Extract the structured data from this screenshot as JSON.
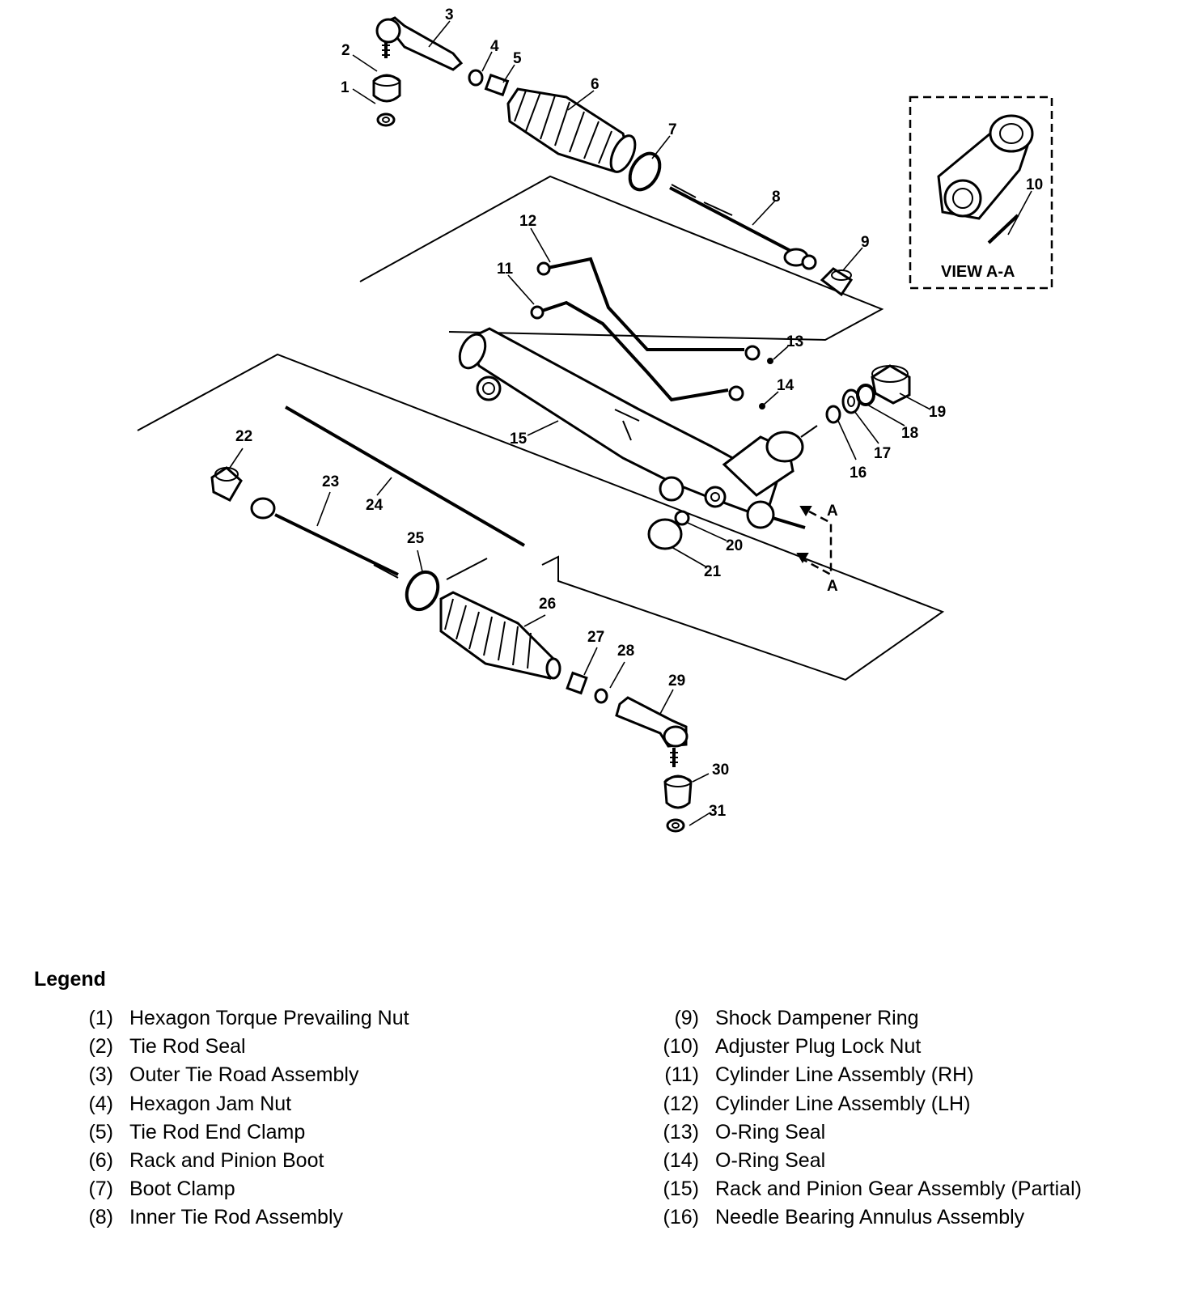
{
  "diagram": {
    "view_label": "VIEW A-A",
    "section_letter": "A",
    "callouts": [
      "1",
      "2",
      "3",
      "4",
      "5",
      "6",
      "7",
      "8",
      "9",
      "10",
      "11",
      "12",
      "13",
      "14",
      "15",
      "16",
      "17",
      "18",
      "19",
      "20",
      "21",
      "22",
      "23",
      "24",
      "25",
      "26",
      "27",
      "28",
      "29",
      "30",
      "31"
    ]
  },
  "legend": {
    "title": "Legend",
    "left_column": [
      {
        "num": "(1)",
        "text": "Hexagon Torque Prevailing Nut"
      },
      {
        "num": "(2)",
        "text": "Tie Rod Seal"
      },
      {
        "num": "(3)",
        "text": "Outer Tie Road Assembly"
      },
      {
        "num": "(4)",
        "text": "Hexagon Jam Nut"
      },
      {
        "num": "(5)",
        "text": "Tie Rod End Clamp"
      },
      {
        "num": "(6)",
        "text": "Rack and Pinion Boot"
      },
      {
        "num": "(7)",
        "text": "Boot Clamp"
      },
      {
        "num": "(8)",
        "text": "Inner Tie Rod Assembly"
      }
    ],
    "right_column": [
      {
        "num": "(9)",
        "text": "Shock Dampener Ring"
      },
      {
        "num": "(10)",
        "text": "Adjuster Plug Lock Nut"
      },
      {
        "num": "(11)",
        "text": "Cylinder Line Assembly (RH)"
      },
      {
        "num": "(12)",
        "text": "Cylinder Line Assembly (LH)"
      },
      {
        "num": "(13)",
        "text": "O-Ring Seal"
      },
      {
        "num": "(14)",
        "text": "O-Ring Seal"
      },
      {
        "num": "(15)",
        "text": "Rack and Pinion Gear Assembly (Partial)"
      },
      {
        "num": "(16)",
        "text": "Needle Bearing Annulus Assembly"
      }
    ]
  }
}
